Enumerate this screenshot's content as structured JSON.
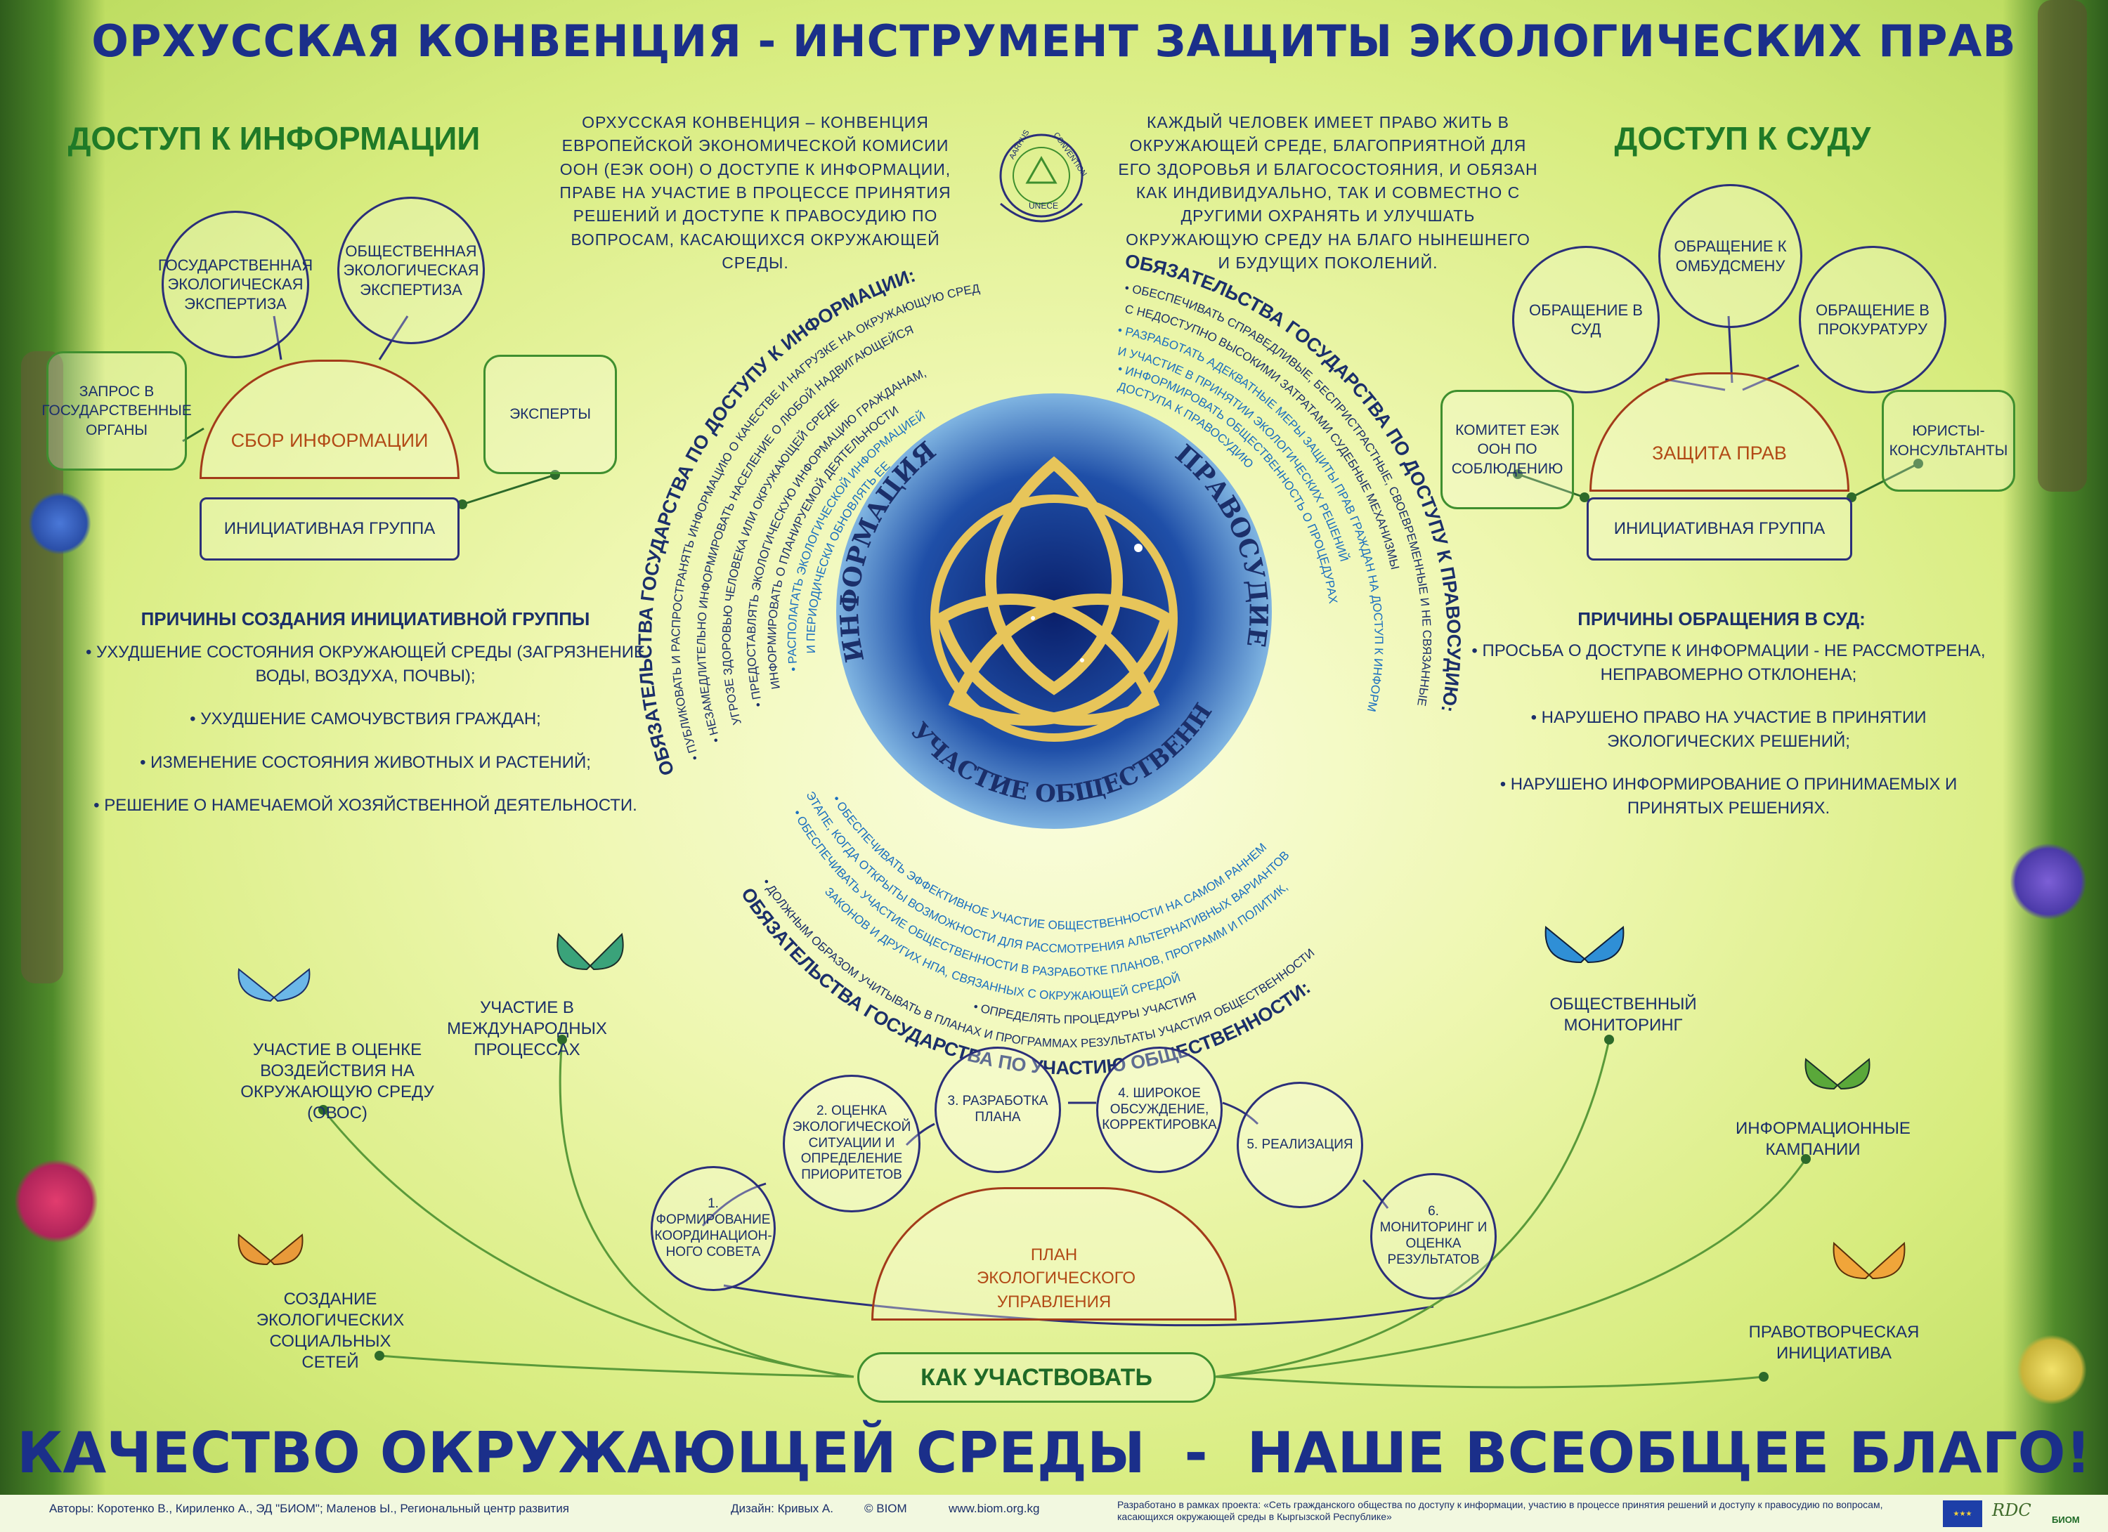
{
  "title": "ОРХУССКАЯ КОНВЕНЦИЯ - ИНСТРУМЕНТ ЗАЩИТЫ ЭКОЛОГИЧЕСКИХ ПРАВ",
  "intro_left": "ОРХУССКАЯ КОНВЕНЦИЯ – КОНВЕНЦИЯ ЕВРОПЕЙСКОЙ ЭКОНОМИЧЕСКОЙ КОМИСИИ ООН (ЕЭК ООН) О ДОСТУПЕ К ИНФОРМАЦИИ, ПРАВЕ НА УЧАСТИЕ В ПРОЦЕССЕ ПРИНЯТИЯ РЕШЕНИЙ И ДОСТУПЕ К ПРАВОСУДИЮ ПО ВОПРОСАМ, КАСАЮЩИХСЯ ОКРУЖАЮЩЕЙ СРЕДЫ.",
  "intro_right": "КАЖДЫЙ ЧЕЛОВЕК ИМЕЕТ ПРАВО ЖИТЬ В ОКРУЖАЮЩЕЙ СРЕДЕ, БЛАГОПРИЯТНОЙ ДЛЯ ЕГО ЗДОРОВЬЯ И БЛАГОСОСТОЯНИЯ, И ОБЯЗАН КАК ИНДИВИДУАЛЬНО, ТАК И СОВМЕСТНО С ДРУГИМИ ОХРАНЯТЬ И УЛУЧШАТЬ ОКРУЖАЮЩУЮ СРЕДУ НА БЛАГО НЫНЕШНЕГО И БУДУЩИХ ПОКОЛЕНИЙ.",
  "emblem": {
    "top": "AARHUS",
    "right": "CONVENTION",
    "bottom": "UNECE"
  },
  "left": {
    "heading": "ДОСТУП К ИНФОРМАЦИИ",
    "circle1": "ГОСУДАРСТВЕННАЯ ЭКОЛОГИЧЕСКАЯ ЭКСПЕРТИЗА",
    "circle2": "ОБЩЕСТВЕННАЯ ЭКОЛОГИЧЕСКАЯ ЭКСПЕРТИЗА",
    "box_request": "ЗАПРОС В ГОСУДАРСТВЕННЫЕ ОРГАНЫ",
    "box_experts": "ЭКСПЕРТЫ",
    "dome": "СБОР ИНФОРМАЦИИ",
    "group": "ИНИЦИАТИВНАЯ ГРУППА",
    "reasons_head": "ПРИЧИНЫ СОЗДАНИЯ ИНИЦИАТИВНОЙ ГРУППЫ",
    "reasons": [
      "• УХУДШЕНИЕ СОСТОЯНИЯ ОКРУЖАЮЩЕЙ СРЕДЫ (ЗАГРЯЗНЕНИЕ ВОДЫ, ВОЗДУХА, ПОЧВЫ);",
      "• УХУДШЕНИЕ САМОЧУВСТВИЯ ГРАЖДАН;",
      "• ИЗМЕНЕНИЕ СОСТОЯНИЯ ЖИВОТНЫХ И РАСТЕНИЙ;",
      "• РЕШЕНИЕ О НАМЕЧАЕМОЙ ХОЗЯЙСТВЕННОЙ ДЕЯТЕЛЬНОСТИ."
    ]
  },
  "right": {
    "heading": "ДОСТУП К СУДУ",
    "circle1": "ОБРАЩЕНИЕ В СУД",
    "circle2": "ОБРАЩЕНИЕ К ОМБУДСМЕНУ",
    "circle3": "ОБРАЩЕНИЕ В ПРОКУРАТУРУ",
    "box_committee": "КОМИТЕТ ЕЭК ООН ПО СОБЛЮДЕНИЮ",
    "box_lawyers": "ЮРИСТЫ-КОНСУЛЬТАНТЫ",
    "dome": "ЗАЩИТА ПРАВ",
    "group": "ИНИЦИАТИВНАЯ ГРУППА",
    "reasons_head": "ПРИЧИНЫ ОБРАЩЕНИЯ В СУД:",
    "reasons": [
      "• ПРОСЬБА О ДОСТУПЕ К ИНФОРМАЦИИ - НЕ РАССМОТРЕНА, НЕПРАВОМЕРНО ОТКЛОНЕНА;",
      "• НАРУШЕНО ПРАВО НА УЧАСТИЕ В ПРИНЯТИИ ЭКОЛОГИЧЕСКИХ РЕШЕНИЙ;",
      "• НАРУШЕНО ИНФОРМИРОВАНИЕ О ПРИНИМАЕМЫХ И ПРИНЯТЫХ РЕШЕНИЯХ."
    ]
  },
  "center": {
    "label_info": "ИНФОРМАЦИЯ",
    "label_justice": "ПРАВОСУДИЕ",
    "label_participation": "УЧАСТИЕ ОБЩЕСТВЕННОСТИ",
    "arc_info_head": "ОБЯЗАТЕЛЬСТВА ГОСУДАРСТВА ПО ДОСТУПУ К ИНФОРМАЦИИ:",
    "arc_info_1": "• ПУБЛИКОВАТЬ И РАСПРОСТРАНЯТЬ ИНФОРМАЦИЮ О КАЧЕСТВЕ И НАГРУЗКЕ НА ОКРУЖАЮЩУЮ СРЕДУ",
    "arc_info_2": "• НЕЗАМЕДЛИТЕЛЬНО ИНФОРМИРОВАТЬ НАСЕЛЕНИЕ О ЛЮБОЙ НАДВИГАЮЩЕЙСЯ",
    "arc_info_3": "УГРОЗЕ ЗДОРОВЬЮ ЧЕЛОВЕКА ИЛИ ОКРУЖАЮЩЕЙ СРЕДЕ",
    "arc_info_4": "• ПРЕДОСТАВЛЯТЬ ЭКОЛОГИЧЕСКУЮ ИНФОРМАЦИЮ ГРАЖДАНАМ,",
    "arc_info_5": "ИНФОРМИРОВАТЬ О ПЛАНИРУЕМОЙ ДЕЯТЕЛЬНОСТИ",
    "arc_info_6": "• РАСПОЛАГАТЬ ЭКОЛОГИЧЕСКОЙ ИНФОРМАЦИЕЙ",
    "arc_info_7": "И ПЕРИОДИЧЕСКИ ОБНОВЛЯТЬ ЕЕ",
    "arc_justice_head": "ОБЯЗАТЕЛЬСТВА ГОСУДАРСТВА ПО ДОСТУПУ К ПРАВОСУДИЮ:",
    "arc_justice_1": "• ОБЕСПЕЧИВАТЬ СПРАВЕДЛИВЫЕ, БЕСПРИСТРАСТНЫЕ, СВОЕВРЕМЕННЫЕ И НЕ СВЯЗАННЫЕ",
    "arc_justice_2": "С НЕДОСТУПНО ВЫСОКИМИ ЗАТРАТАМИ СУДЕБНЫЕ МЕХАНИЗМЫ",
    "arc_justice_3": "• РАЗРАБОТАТЬ АДЕКВАТНЫЕ МЕРЫ ЗАЩИТЫ ПРАВ ГРАЖДАН НА ДОСТУП К ИНФОРМАЦИИ",
    "arc_justice_4": "И УЧАСТИЕ В ПРИНЯТИИ ЭКОЛОГИЧЕСКИХ РЕШЕНИЙ",
    "arc_justice_5": "• ИНФОРМИРОВАТЬ ОБЩЕСТВЕННОСТЬ О ПРОЦЕДУРАХ",
    "arc_justice_6": "ДОСТУПА К ПРАВОСУДИЮ",
    "arc_part_1": "• ОБЕСПЕЧИВАТЬ ЭФФЕКТИВНОЕ УЧАСТИЕ ОБЩЕСТВЕННОСТИ НА САМОМ РАННЕМ",
    "arc_part_2": "ЭТАПЕ, КОГДА ОТКРЫТЫ ВОЗМОЖНОСТИ ДЛЯ РАССМОТРЕНИЯ АЛЬТЕРНАТИВНЫХ ВАРИАНТОВ",
    "arc_part_3": "• ОБЕСПЕЧИВАТЬ УЧАСТИЕ ОБЩЕСТВЕННОСТИ В РАЗРАБОТКЕ ПЛАНОВ, ПРОГРАММ И ПОЛИТИК,",
    "arc_part_4": "ЗАКОНОВ И ДРУГИХ НПА, СВЯЗАННЫХ С ОКРУЖАЮЩЕЙ СРЕДОЙ",
    "arc_part_5": "• ОПРЕДЕЛЯТЬ ПРОЦЕДУРЫ УЧАСТИЯ",
    "arc_part_6": "• ДОЛЖНЫМ ОБРАЗОМ УЧИТЫВАТЬ В ПЛАНАХ И ПРОГРАММАХ РЕЗУЛЬТАТЫ УЧАСТИЯ ОБЩЕСТВЕННОСТИ",
    "arc_part_head": "ОБЯЗАТЕЛЬСТВА ГОСУДАРСТВА ПО УЧАСТИЮ ОБЩЕСТВЕННОСТИ:"
  },
  "bottom": {
    "steps": [
      "1. ФОРМИРОВАНИЕ КООРДИНАЦИОН-НОГО СОВЕТА",
      "2. ОЦЕНКА ЭКОЛОГИЧЕСКОЙ СИТУАЦИИ И ОПРЕДЕЛЕНИЕ ПРИОРИТЕТОВ",
      "3. РАЗРАБОТКА ПЛАНА",
      "4. ШИРОКОЕ ОБСУЖДЕНИЕ, КОРРЕКТИРОВКА",
      "5. РЕАЛИЗАЦИЯ",
      "6. МОНИТОРИНГ И ОЦЕНКА РЕЗУЛЬТАТОВ"
    ],
    "plan_dome": "ПЛАН ЭКОЛОГИЧЕСКОГО УПРАВЛЕНИЯ",
    "how": "КАК УЧАСТВОВАТЬ",
    "labels": {
      "ovos": "УЧАСТИЕ В ОЦЕНКЕ ВОЗДЕЙСТВИЯ НА ОКРУЖАЮЩУЮ СРЕДУ (ОВОС)",
      "intl": "УЧАСТИЕ В МЕЖДУНАРОДНЫХ ПРОЦЕССАХ",
      "networks": "СОЗДАНИЕ ЭКОЛОГИЧЕСКИХ СОЦИАЛЬНЫХ СЕТЕЙ",
      "monitoring": "ОБЩЕСТВЕННЫЙ МОНИТОРИНГ",
      "campaigns": "ИНФОРМАЦИОННЫЕ КАМПАНИИ",
      "lawmaking": "ПРАВОТВОРЧЕСКАЯ ИНИЦИАТИВА"
    }
  },
  "slogan": "КАЧЕСТВО ОКРУЖАЮЩЕЙ СРЕДЫ  -  НАШЕ ВСЕОБЩЕЕ БЛАГО!",
  "footer": {
    "authors": "Авторы: Коротенко В., Кириленко А., ЭД \"БИОМ\";  Маленов Ы., Региональный центр развития",
    "design": "Дизайн: Кривых А.",
    "copyright": "© BIOM",
    "site": "www.biom.org.kg",
    "project": "Разработано в рамках проекта: «Сеть гражданского общества по доступу к информации, участию в процессе принятия решений и доступу к правосудию по вопросам, касающихся окружающей среды в Кыргызской Республике»",
    "logo_rdc": "RDC",
    "logo_biom": "БИОМ"
  },
  "colors": {
    "navy": "#1b2f8a",
    "green": "#1f7a27",
    "orange": "#b24a16",
    "blue_text": "#1a6fc0"
  }
}
